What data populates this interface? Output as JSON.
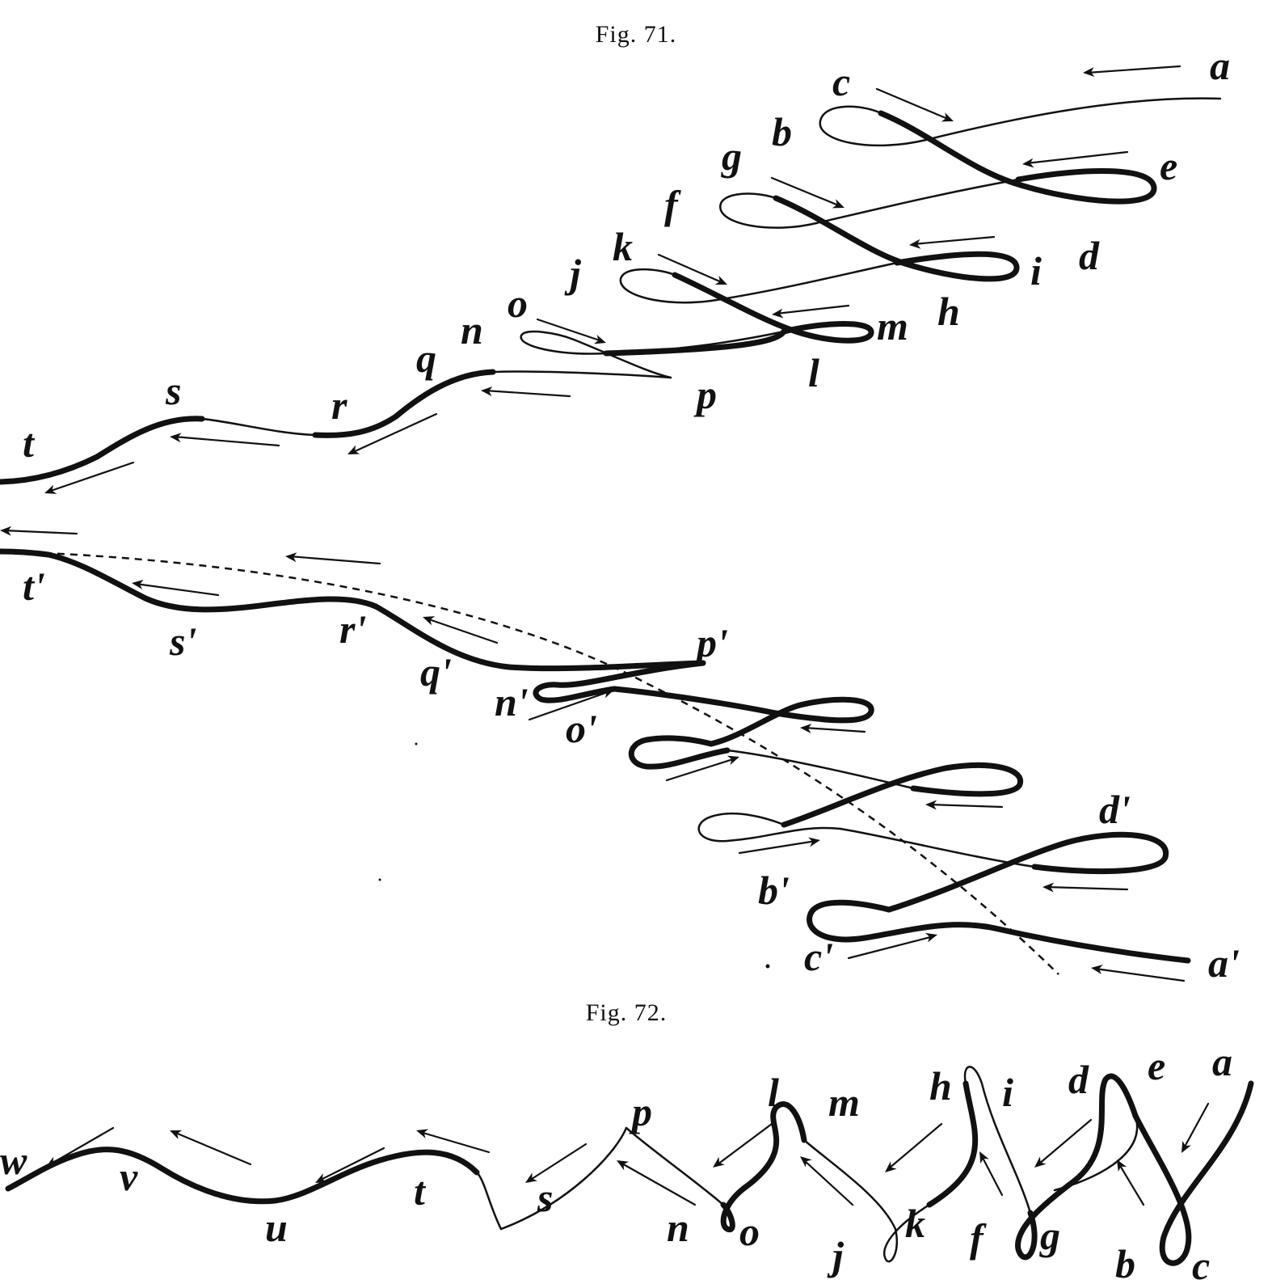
{
  "fig71": {
    "title": "Fig. 71.",
    "upper_labels": [
      "a",
      "b",
      "c",
      "d",
      "e",
      "f",
      "g",
      "h",
      "i",
      "j",
      "k",
      "l",
      "m",
      "n",
      "o",
      "p",
      "q",
      "r",
      "s",
      "t"
    ],
    "lower_labels": [
      "a'",
      "b'",
      "c'",
      "d'",
      "n'",
      "o'",
      "p'",
      "q'",
      "r'",
      "s'",
      "t'"
    ]
  },
  "fig72": {
    "title": "Fig. 72.",
    "labels": [
      "a",
      "b",
      "c",
      "d",
      "e",
      "f",
      "g",
      "h",
      "i",
      "j",
      "k",
      "l",
      "m",
      "n",
      "o",
      "p",
      "s",
      "t",
      "u",
      "v",
      "w"
    ]
  }
}
